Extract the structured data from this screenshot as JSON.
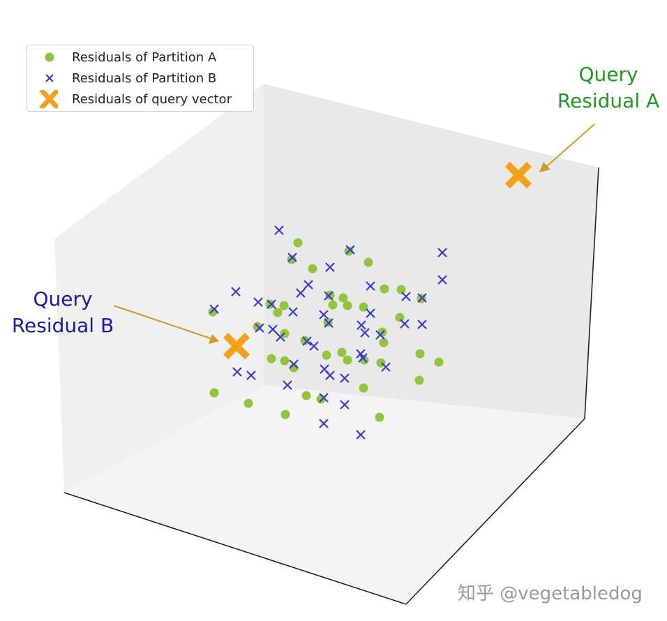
{
  "chart_data": {
    "type": "scatter",
    "projection": "3d",
    "title": "",
    "xlabel": "",
    "ylabel": "",
    "zlabel": "",
    "axis_ticks_visible": false,
    "grid": false,
    "legend_position": "top-left",
    "series": [
      {
        "name": "Residuals of Partition A",
        "marker": "circle",
        "color": "#8fc63c",
        "points": [
          [
            427,
            348
          ],
          [
            418,
            372
          ],
          [
            448,
            385
          ],
          [
            500,
            360
          ],
          [
            528,
            376
          ],
          [
            305,
            447
          ],
          [
            387,
            436
          ],
          [
            398,
            448
          ],
          [
            407,
            438
          ],
          [
            477,
            437
          ],
          [
            492,
            427
          ],
          [
            498,
            438
          ],
          [
            521,
            440
          ],
          [
            551,
            414
          ],
          [
            575,
            415
          ],
          [
            604,
            428
          ],
          [
            573,
            455
          ],
          [
            470,
            462
          ],
          [
            473,
            423
          ],
          [
            369,
            468
          ],
          [
            408,
            478
          ],
          [
            437,
            488
          ],
          [
            389,
            514
          ],
          [
            408,
            517
          ],
          [
            421,
            527
          ],
          [
            468,
            509
          ],
          [
            490,
            505
          ],
          [
            498,
            516
          ],
          [
            522,
            516
          ],
          [
            546,
            520
          ],
          [
            550,
            491
          ],
          [
            548,
            476
          ],
          [
            602,
            507
          ],
          [
            629,
            519
          ],
          [
            601,
            545
          ],
          [
            521,
            556
          ],
          [
            439,
            567
          ],
          [
            460,
            572
          ],
          [
            356,
            578
          ],
          [
            307,
            563
          ],
          [
            409,
            594
          ],
          [
            544,
            598
          ]
        ]
      },
      {
        "name": "Residuals of Partition B",
        "marker": "x",
        "color": "#3a3acf",
        "points": [
          [
            400,
            330
          ],
          [
            419,
            369
          ],
          [
            502,
            358
          ],
          [
            473,
            383
          ],
          [
            634,
            362
          ],
          [
            634,
            401
          ],
          [
            307,
            443
          ],
          [
            338,
            418
          ],
          [
            370,
            433
          ],
          [
            389,
            436
          ],
          [
            420,
            447
          ],
          [
            442,
            408
          ],
          [
            431,
            420
          ],
          [
            471,
            424
          ],
          [
            464,
            451
          ],
          [
            471,
            463
          ],
          [
            531,
            410
          ],
          [
            582,
            425
          ],
          [
            605,
            427
          ],
          [
            531,
            449
          ],
          [
            518,
            466
          ],
          [
            523,
            477
          ],
          [
            545,
            480
          ],
          [
            580,
            464
          ],
          [
            605,
            465
          ],
          [
            391,
            472
          ],
          [
            372,
            470
          ],
          [
            402,
            483
          ],
          [
            440,
            489
          ],
          [
            450,
            496
          ],
          [
            421,
            522
          ],
          [
            517,
            507
          ],
          [
            520,
            513
          ],
          [
            553,
            526
          ],
          [
            465,
            529
          ],
          [
            473,
            538
          ],
          [
            494,
            542
          ],
          [
            340,
            533
          ],
          [
            360,
            538
          ],
          [
            412,
            552
          ],
          [
            464,
            570
          ],
          [
            494,
            580
          ],
          [
            464,
            607
          ],
          [
            517,
            623
          ]
        ]
      },
      {
        "name": "Residuals of query vector",
        "marker": "X",
        "color": "#f5a01a",
        "points": [
          [
            743,
            251
          ],
          [
            339,
            496
          ]
        ]
      }
    ],
    "annotations": [
      {
        "text": [
          "Query",
          "Residual A"
        ],
        "color": "#1e9a1e"
      },
      {
        "text": [
          "Query",
          "Residual B"
        ],
        "color": "#1a1aa8"
      }
    ]
  },
  "watermark": "知乎 @vegetabledog"
}
